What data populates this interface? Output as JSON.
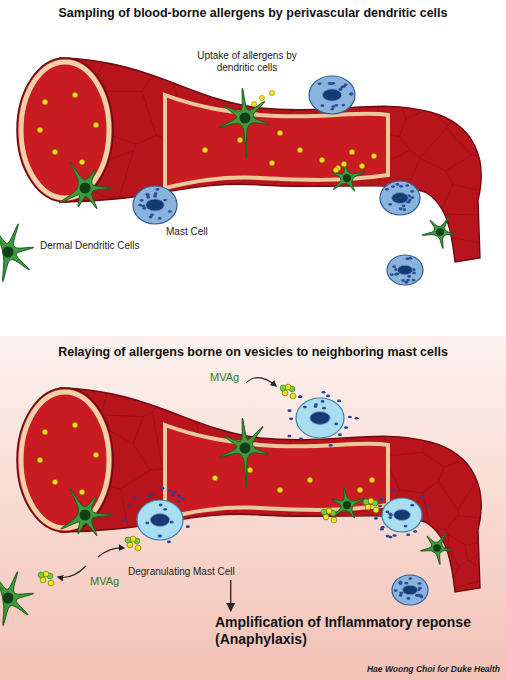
{
  "diagram": {
    "nodes": [
      {
        "text": [
          "Degranulating Mast Cell"
        ]
      },
      {
        "text": [
          "Amplification of Inflammatory reponse (Anaphylaxis)"
        ]
      }
    ],
    "edges": [
      {
        "from": 0,
        "to": 1,
        "arrow": "to"
      }
    ],
    "labels": [
      "Sampling of blood-borne allergens by perivascular dendritic cells",
      "Uptake of allergens by dendritic cells",
      "Mast Cell",
      "Dermal Dendritic Cells",
      "Relaying of allergens borne on vesicles to neighboring mast cells",
      "MVAg",
      "MVAg",
      "Hae Woong Choi for Duke Health"
    ]
  }
}
